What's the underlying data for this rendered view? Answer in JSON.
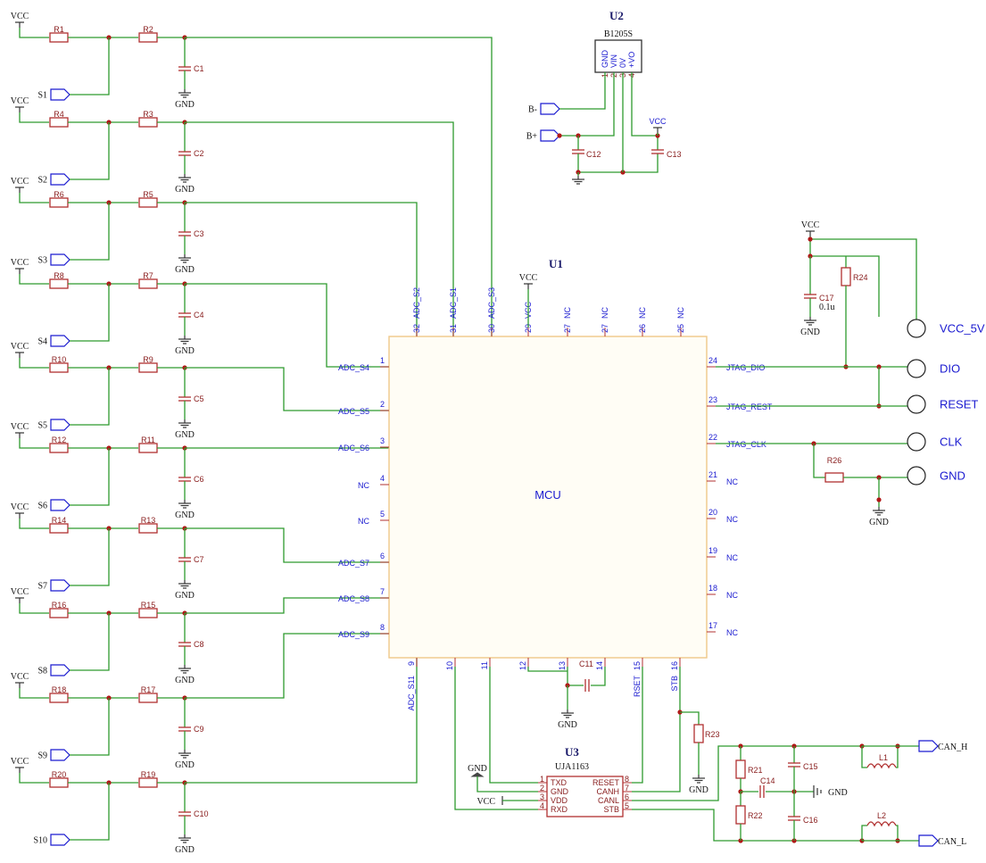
{
  "u1": {
    "ref": "U1",
    "label": "MCU",
    "left": [
      {
        "n": "1",
        "name": "ADC_S4"
      },
      {
        "n": "2",
        "name": "ADC_S5"
      },
      {
        "n": "3",
        "name": "ADC_S6"
      },
      {
        "n": "4",
        "name": "NC"
      },
      {
        "n": "5",
        "name": "NC"
      },
      {
        "n": "6",
        "name": "ADC_S7"
      },
      {
        "n": "7",
        "name": "ADC_S8"
      },
      {
        "n": "8",
        "name": "ADC_S9"
      }
    ],
    "right": [
      {
        "n": "24",
        "name": "JTAG_DIO"
      },
      {
        "n": "23",
        "name": "JTAG_REST"
      },
      {
        "n": "22",
        "name": "JTAG_CLK"
      },
      {
        "n": "21",
        "name": "NC"
      },
      {
        "n": "20",
        "name": "NC"
      },
      {
        "n": "19",
        "name": "NC"
      },
      {
        "n": "18",
        "name": "NC"
      },
      {
        "n": "17",
        "name": "NC"
      }
    ],
    "top": [
      {
        "n": "32",
        "name": "ADC_S2"
      },
      {
        "n": "31",
        "name": "ADC_S1"
      },
      {
        "n": "30",
        "name": "ADC_S3"
      },
      {
        "n": "29",
        "name": "VCC"
      },
      {
        "n": "27",
        "name": "NC"
      },
      {
        "n": "27",
        "name": "NC"
      },
      {
        "n": "26",
        "name": "NC"
      },
      {
        "n": "25",
        "name": "NC"
      }
    ],
    "bottom": [
      {
        "n": "9",
        "name": "ADC_S11"
      },
      {
        "n": "10",
        "name": ""
      },
      {
        "n": "11",
        "name": ""
      },
      {
        "n": "12",
        "name": ""
      },
      {
        "n": "13",
        "name": ""
      },
      {
        "n": "14",
        "name": ""
      },
      {
        "n": "15",
        "name": "RSET"
      },
      {
        "n": "16",
        "name": "STB"
      }
    ]
  },
  "channels": [
    {
      "rs": "R1",
      "rt": "R2",
      "c": "C1",
      "s": "S1"
    },
    {
      "rs": "R4",
      "rt": "R3",
      "c": "C2",
      "s": "S2"
    },
    {
      "rs": "R6",
      "rt": "R5",
      "c": "C3",
      "s": "S3"
    },
    {
      "rs": "R8",
      "rt": "R7",
      "c": "C4",
      "s": "S4"
    },
    {
      "rs": "R10",
      "rt": "R9",
      "c": "C5",
      "s": "S5"
    },
    {
      "rs": "R12",
      "rt": "R11",
      "c": "C6",
      "s": "S6"
    },
    {
      "rs": "R14",
      "rt": "R13",
      "c": "C7",
      "s": "S7"
    },
    {
      "rs": "R16",
      "rt": "R15",
      "c": "C8",
      "s": "S8"
    },
    {
      "rs": "R18",
      "rt": "R17",
      "c": "C9",
      "s": "S9"
    },
    {
      "rs": "R20",
      "rt": "R19",
      "c": "C10",
      "s": "S10"
    }
  ],
  "u2": {
    "ref": "U2",
    "part": "B1205S",
    "pins": [
      "GND",
      "VIN",
      "0V",
      "+VO"
    ],
    "pin_nums": [
      "1",
      "2",
      "3",
      "4"
    ],
    "bminus": "B-",
    "bplus": "B+",
    "c12": "C12",
    "c13": "C13",
    "vcc": "VCC"
  },
  "u3": {
    "ref": "U3",
    "part": "UJA1163",
    "left": [
      {
        "n": "1",
        "name": "TXD"
      },
      {
        "n": "2",
        "name": "GND"
      },
      {
        "n": "3",
        "name": "VDD"
      },
      {
        "n": "4",
        "name": "RXD"
      }
    ],
    "right": [
      {
        "n": "8",
        "name": "RESET"
      },
      {
        "n": "7",
        "name": "CANH"
      },
      {
        "n": "6",
        "name": "CANL"
      },
      {
        "n": "5",
        "name": "STB"
      }
    ],
    "gnd": "GND",
    "vcc": "VCC"
  },
  "can": {
    "r21": "R21",
    "r22": "R22",
    "r23": "R23",
    "c14": "C14",
    "c15": "C15",
    "c16": "C16",
    "l1": "L1",
    "l2": "L2",
    "canh": "CAN_H",
    "canl": "CAN_L",
    "gnd": "GND"
  },
  "jtag": {
    "vcc": "VCC",
    "c17": "C17",
    "c17v": "0.1u",
    "r24": "R24",
    "r26": "R26",
    "gnd": "GND",
    "connectors": [
      "VCC_5V",
      "DIO",
      "RESET",
      "CLK",
      "GND"
    ]
  },
  "c11": "C11",
  "vcc": "VCC",
  "gnd": "GND"
}
